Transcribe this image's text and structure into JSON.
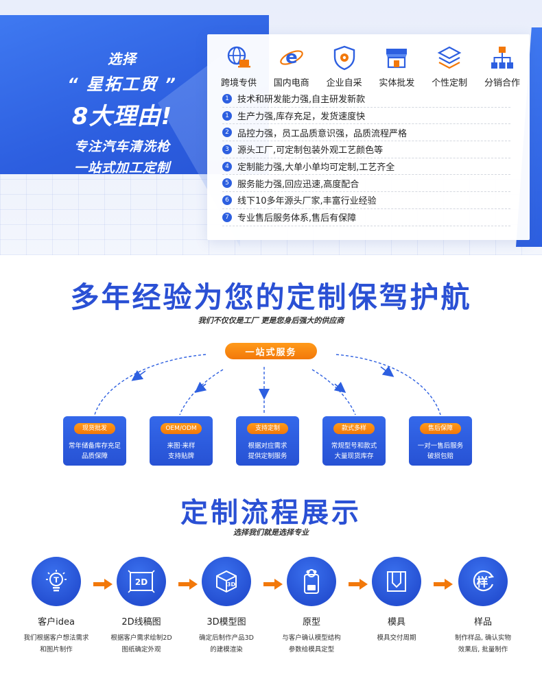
{
  "hero": {
    "line1": "选择",
    "line2": "“ 星拓工贸 ”",
    "line3": "8大理由!",
    "line4": "专注汽车清洗枪",
    "line5": "一站式加工定制",
    "categories": [
      {
        "label": "跨境专供",
        "icon": "globe-laptop-icon"
      },
      {
        "label": "国内电商",
        "icon": "internet-explorer-icon"
      },
      {
        "label": "企业自采",
        "icon": "shield-icon"
      },
      {
        "label": "实体批发",
        "icon": "storefront-icon"
      },
      {
        "label": "个性定制",
        "icon": "layers-icon"
      },
      {
        "label": "分销合作",
        "icon": "network-boxes-icon"
      }
    ],
    "reasons": [
      {
        "num": "1",
        "text": "技术和研发能力强,自主研发新款"
      },
      {
        "num": "1",
        "text": "生产力强,库存充足，发货速度快"
      },
      {
        "num": "2",
        "text": "品控力强，员工品质意识强，品质流程严格"
      },
      {
        "num": "3",
        "text": "源头工厂,可定制包装外观工艺颜色等"
      },
      {
        "num": "4",
        "text": "定制能力强,大单小单均可定制,工艺齐全"
      },
      {
        "num": "5",
        "text": "服务能力强,回应迅速,高度配合"
      },
      {
        "num": "6",
        "text": "线下10多年源头厂家,丰富行业经验"
      },
      {
        "num": "7",
        "text": "专业售后服务体系,售后有保障"
      }
    ]
  },
  "services": {
    "title": "多年经验为您的定制保驾护航",
    "subtitle": "我们不仅仅是工厂 更是您身后强大的供应商",
    "pill": "一站式服务",
    "items": [
      {
        "tag": "现货批发",
        "line1": "常年储备库存充足",
        "line2": "品质保障"
      },
      {
        "tag": "OEM/ODM",
        "line1": "来图·来样",
        "line2": "支持贴牌"
      },
      {
        "tag": "支持定制",
        "line1": "根据对应需求",
        "line2": "提供定制服务"
      },
      {
        "tag": "款式多样",
        "line1": "常规型号和款式",
        "line2": "大量现货库存"
      },
      {
        "tag": "售后保障",
        "line1": "一对一售后服务",
        "line2": "破损包赔"
      }
    ]
  },
  "process": {
    "title": "定制流程展示",
    "subtitle": "选择我们就是选择专业",
    "steps": [
      {
        "title": "客户idea",
        "d1": "我们根据客户想法需求",
        "d2": "和图片制作",
        "icon": "lightbulb-icon"
      },
      {
        "title": "2D线稿图",
        "d1": "根据客户需求绘制2D",
        "d2": "图纸确定外观",
        "icon": "2d-drawing-icon",
        "icon_text": "2D"
      },
      {
        "title": "3D模型图",
        "d1": "确定后制作产品3D",
        "d2": "的建模渲染",
        "icon": "3d-cube-icon",
        "icon_text": "3D"
      },
      {
        "title": "原型",
        "d1": "与客户确认模型结构",
        "d2": "参数给模具定型",
        "icon": "prototype-icon"
      },
      {
        "title": "模具",
        "d1": "模具交付周期",
        "d2": "",
        "icon": "mold-icon"
      },
      {
        "title": "样品",
        "d1": "制作样品, 确认实物",
        "d2": "效果后, 批量制作",
        "icon": "sample-icon",
        "icon_text": "样"
      }
    ]
  },
  "colors": {
    "primary": "#2d5fe0",
    "accent": "#f2780a",
    "title": "#2a50d4"
  }
}
